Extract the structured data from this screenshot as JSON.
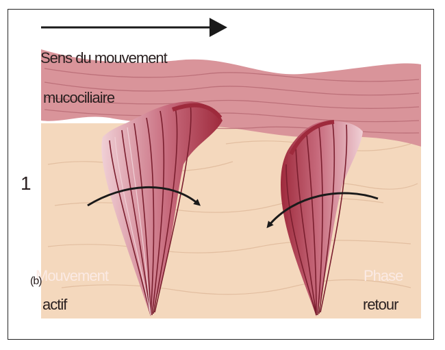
{
  "labels": {
    "motion_line1": "Sens du mouvement",
    "motion_line2": "mucociliaire",
    "number": "1",
    "left_phase_line1": "Mouvement",
    "left_phase_prefix": "(b)",
    "left_phase_line2": "actif",
    "right_phase_line1": "Phase",
    "right_phase_line2": "retour"
  },
  "colors": {
    "mucus_layer": "#d9949a",
    "periciliary_fluid": "#f4d8bd",
    "cilium_dark": "#9e2a3c",
    "cilium_light": "#e8b8c0",
    "arrow": "#1a1a1a"
  }
}
